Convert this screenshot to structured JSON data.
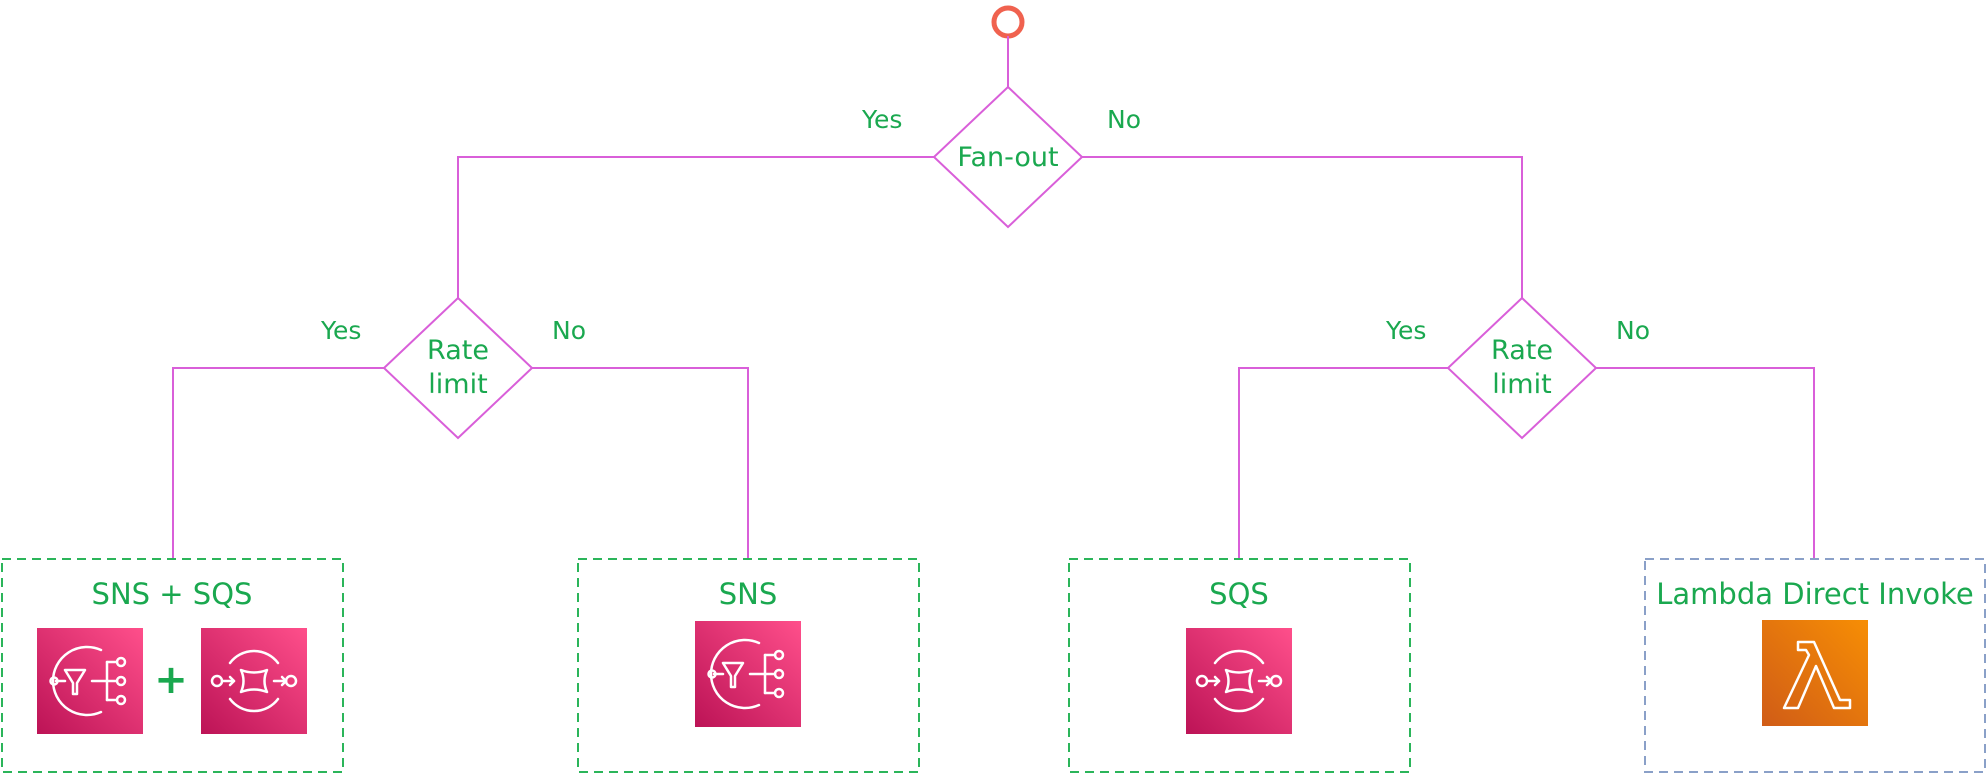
{
  "colors": {
    "connector": "#d95fd9",
    "label": "#1aa84f",
    "start": "#f0624f",
    "group_border_green": "#2bb55a",
    "group_border_blue": "#8aa0c8",
    "messaging_icon_gradient": [
      "#ff4f8b",
      "#bc1356"
    ],
    "compute_icon_gradient": [
      "#f78e04",
      "#d05c17"
    ]
  },
  "decisions": {
    "root": {
      "label": "Fan-out",
      "yes_label": "Yes",
      "no_label": "No"
    },
    "left": {
      "label_line1": "Rate",
      "label_line2": "limit",
      "yes_label": "Yes",
      "no_label": "No"
    },
    "right": {
      "label_line1": "Rate",
      "label_line2": "limit",
      "yes_label": "Yes",
      "no_label": "No"
    }
  },
  "outcomes": {
    "sns_sqs": {
      "title": "SNS + SQS",
      "plus": "+",
      "icons": [
        "sns-icon",
        "sqs-icon"
      ]
    },
    "sns": {
      "title": "SNS",
      "icons": [
        "sns-icon"
      ]
    },
    "sqs": {
      "title": "SQS",
      "icons": [
        "sqs-icon"
      ]
    },
    "lambda": {
      "title": "Lambda Direct Invoke",
      "icons": [
        "lambda-icon"
      ]
    }
  }
}
